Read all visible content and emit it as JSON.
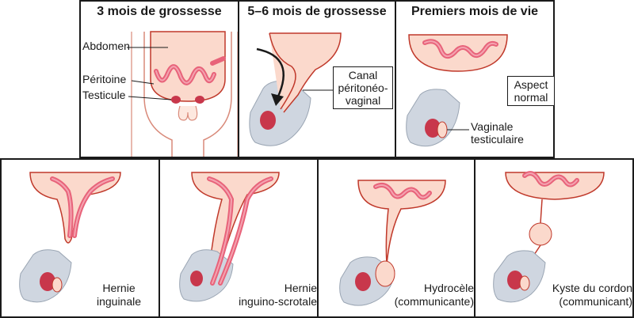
{
  "top_panels": [
    {
      "title": "3 mois de grossesse",
      "labels": {
        "abdomen": "Abdomen",
        "peritoine": "Péritoine",
        "testicule": "Testicule"
      }
    },
    {
      "title": "5–6 mois de grossesse",
      "box_label": [
        "Canal",
        "péritonéo-",
        "vaginal"
      ]
    },
    {
      "title": "Premiers mois de vie",
      "box_label": [
        "Aspect",
        "normal"
      ],
      "vaginale": [
        "Vaginale",
        "testiculaire"
      ]
    }
  ],
  "bottom_panels": [
    {
      "caption": [
        "Hernie",
        "inguinale"
      ]
    },
    {
      "caption": [
        "Hernie",
        "inguino-scrotale"
      ]
    },
    {
      "caption": [
        "Hydrocèle",
        "(communicante)"
      ]
    },
    {
      "caption": [
        "Kyste du cordon",
        "(communicant)"
      ]
    }
  ],
  "colors": {
    "skin": "#fbd9cc",
    "outline": "#c0392b",
    "intestine": "#e8637a",
    "intestine_light": "#f4a3b0",
    "testis": "#c8374b",
    "scrotum": "#cfd6e0",
    "border": "#1a1a1a"
  }
}
